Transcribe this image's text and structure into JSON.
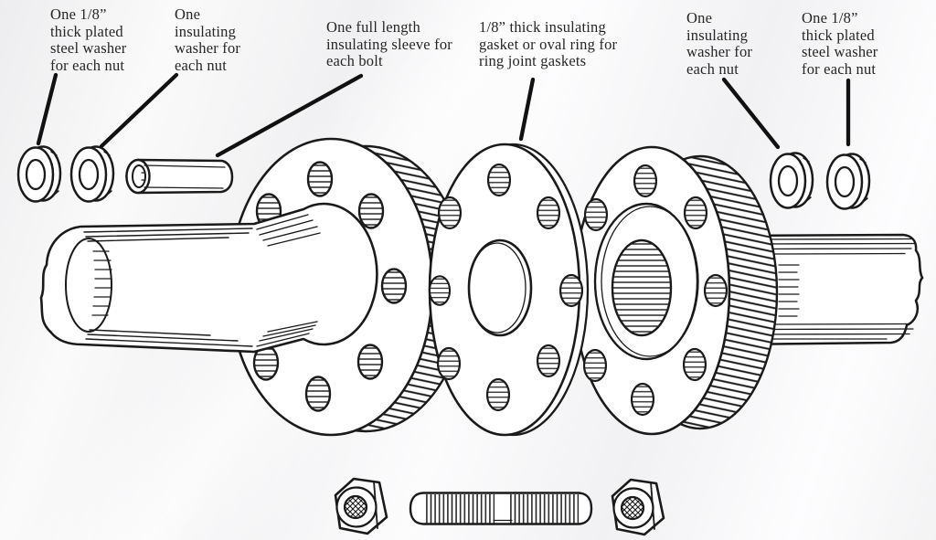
{
  "diagram": {
    "kind": "flange insulation kit exploded view",
    "ink_color": "#1a1a1a",
    "leader_color": "#111111",
    "background_color": "#f4f4f5"
  },
  "labels": {
    "steel_washer_left": {
      "lines": [
        "One 1/8”",
        "thick plated",
        "steel washer",
        "for each nut"
      ]
    },
    "insulating_washer_left": {
      "lines": [
        "One",
        "insulating",
        "washer for",
        "each nut"
      ]
    },
    "sleeve": {
      "lines": [
        "One full length",
        "insulating sleeve for",
        "each bolt"
      ]
    },
    "gasket": {
      "lines": [
        "1/8” thick insulating",
        "gasket or oval ring for",
        "ring joint gaskets"
      ]
    },
    "insulating_washer_right": {
      "lines": [
        "One",
        "insulating",
        "washer for",
        "each nut"
      ]
    },
    "steel_washer_right": {
      "lines": [
        "One 1/8”",
        "thick plated",
        "steel washer",
        "for each nut"
      ]
    }
  }
}
